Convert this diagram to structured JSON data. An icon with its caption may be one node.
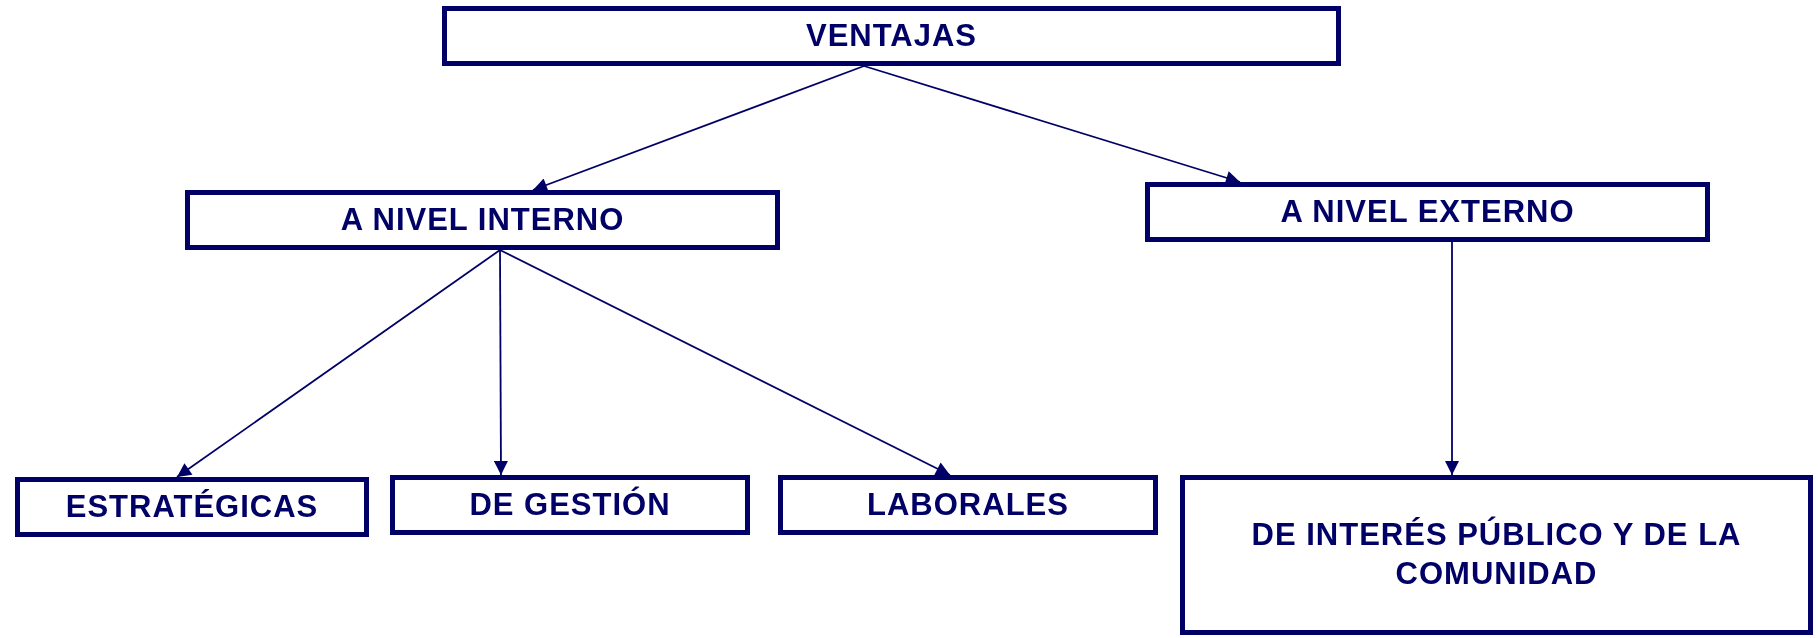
{
  "diagram": {
    "nodes": [
      {
        "text": [
          "VENTAJAS"
        ]
      },
      {
        "text": [
          "A NIVEL INTERNO"
        ]
      },
      {
        "text": [
          "A NIVEL EXTERNO"
        ]
      },
      {
        "text": [
          "ESTRATÉGICAS"
        ]
      },
      {
        "text": [
          "DE GESTIÓN"
        ]
      },
      {
        "text": [
          "LABORALES"
        ]
      },
      {
        "text": [
          "DE INTERÉS PÚBLICO Y DE LA COMUNIDAD"
        ]
      }
    ],
    "edges": [
      {
        "from": 0,
        "to": 1,
        "arrow": "to"
      },
      {
        "from": 0,
        "to": 2,
        "arrow": "to"
      },
      {
        "from": 1,
        "to": 3,
        "arrow": "to"
      },
      {
        "from": 1,
        "to": 4,
        "arrow": "to"
      },
      {
        "from": 1,
        "to": 5,
        "arrow": "to"
      },
      {
        "from": 2,
        "to": 6,
        "arrow": "to"
      }
    ]
  }
}
